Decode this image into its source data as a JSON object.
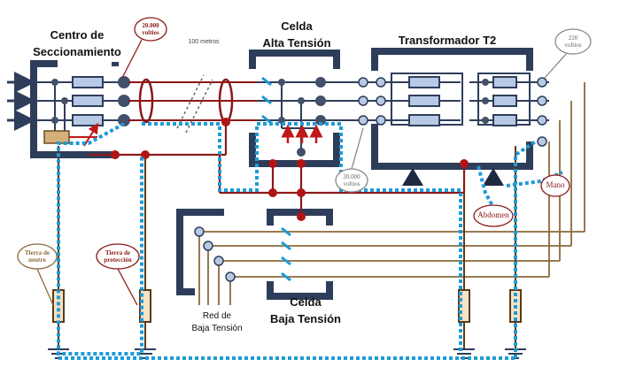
{
  "titles": {
    "centro": [
      "Centro de",
      "Seccionamiento"
    ],
    "celda_at": [
      "Celda",
      "Alta Tensión"
    ],
    "transformador": "Transformador T2",
    "celda_bt": [
      "Celda",
      "Baja Tensión"
    ],
    "red_bt": [
      "Red de",
      "Baja Tensión"
    ],
    "distance": "100 metros"
  },
  "callouts": {
    "v20000_top": [
      "20.000",
      "voltios"
    ],
    "v20000_mid": [
      "20.000",
      "voltios"
    ],
    "v220": [
      "220",
      "voltios"
    ],
    "tierra_neutro": [
      "Tierra de",
      "neutro"
    ],
    "tierra_proteccion": [
      "Tierra de",
      "protección"
    ],
    "abdomen": "Abdomen",
    "mano": "Mano"
  },
  "colors": {
    "frame": "#2e3d5a",
    "resistor_fill": "#b8c9e6",
    "node": "#43506a",
    "red_node": "#b01515",
    "earth_path": "#1f9bd7",
    "wire_dark": "#7a1a1a",
    "brown_wire": "#8a6a3a",
    "callout_red": "#8a1a1a"
  }
}
